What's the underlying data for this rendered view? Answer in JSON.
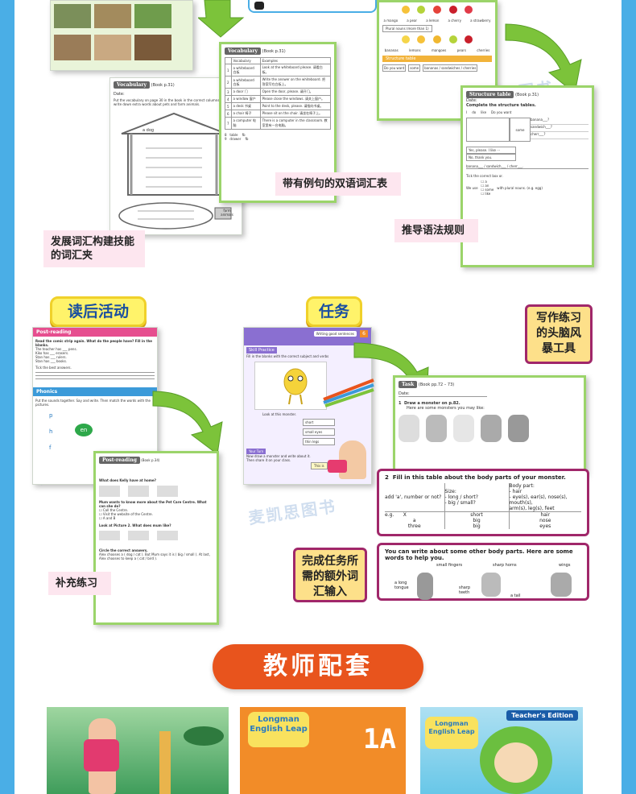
{
  "labels": {
    "vocab_builder": "发展词汇构建技能\n的词汇夹",
    "bilingual_table": "带有例句的双语词汇表",
    "grammar_rules": "推导语法规则",
    "post_reading": "读后活动",
    "task": "任务",
    "writing_brainstorm": "写作练习\n的头脑风\n暴工具",
    "supplement": "补充练习",
    "task_input": "完成任务所\n需的额外词\n汇输入",
    "teacher_section": "教师配套"
  },
  "watermark": "麦凯思图书",
  "vocab_sheet": {
    "band": "Vocabulary",
    "book_ref": "(Book p.31)",
    "date": "Date:",
    "instruction": "Put the vocabulary on page 30 in the book in the correct columns. You can write down extra words about pets and farm animals.",
    "caption": "a dog",
    "bottom": "farm animals"
  },
  "bilingual_sheet": {
    "band": "Vocabulary",
    "book_ref": "(Book p.31)",
    "headers": [
      "Vocabulary",
      "Examples"
    ],
    "rows": [
      [
        "1",
        "a whiteboard 白板",
        "Look at the whiteboard please. 请看白板。"
      ],
      [
        "2",
        "a whiteboard 白板",
        "Write the answer on the whiteboard. 把答案写在白板上。"
      ],
      [
        "3",
        "a door 门",
        "Open the door, please. 请开门。"
      ],
      [
        "4",
        "a window 窗户",
        "Please close the windows. 请关上窗户。"
      ],
      [
        "5",
        "a desk 书桌",
        "Point to the desk, please. 请指向书桌。"
      ],
      [
        "6",
        "a chair 椅子",
        "Please sit on the chair. 请坐在椅子上。"
      ],
      [
        "7",
        "a computer 电脑",
        "There is a computer in the classroom. 教室里有一台电脑。"
      ]
    ],
    "extra": [
      [
        "8",
        "table",
        "fb"
      ],
      [
        "9",
        "drawer",
        "fb"
      ]
    ]
  },
  "fruit_sheet": {
    "items_top": [
      "a mango",
      "a pear",
      "a lemon",
      "a cherry",
      "a strawberry"
    ],
    "plural_prompt": "Plural nouns (more than 1)",
    "items_bottom": [
      "bananas",
      "lemons",
      "mangoes",
      "pears",
      "cherries"
    ],
    "band": "Structure table",
    "q1": "Do you want",
    "q2": "some",
    "q3": "bananas / sandwiches / cherries"
  },
  "structure_sheet": {
    "band": "Structure table",
    "book_ref": "(Book p.31)",
    "date": "Date:",
    "instruction": "Complete the structure tables.",
    "headers": [
      "I",
      "do",
      "like",
      "Do you want"
    ],
    "cells": [
      "banana___?",
      "sandwich___?",
      "cherr___?"
    ],
    "some": "some",
    "yes": "Yes, please. I like ···",
    "no": "No, thank you.",
    "fill": "banana___ / sandwich___ / cherr___.",
    "tick": "Tick the correct box or.",
    "options": [
      "a",
      "an",
      "some",
      "like"
    ],
    "we_use": "We use",
    "plural": "with plural nouns. (e.g. egg)"
  },
  "post_reading_sheet": {
    "band": "Post-reading",
    "q": "Read the comic strip again. What do the people have? Fill in the blanks.",
    "lines": [
      "The teacher has ___ pens.",
      "Kiko has ___ erasers.",
      "Stan has ___ rulers.",
      "Stan has ___ books."
    ],
    "tick": "Tick the best answers.",
    "phonics": "Phonics",
    "phonics_q": "Put the sounds together. Say and write. Then match the words with the pictures.",
    "letters": [
      "p",
      "h",
      "f"
    ],
    "sound": "en"
  },
  "supplement_sheet": {
    "band": "Post-reading",
    "book_ref": "(Book p.34)",
    "q6": "What does Kelly have at home?",
    "q7": "Mum wants to know more about the Pet Care Centre. What can she do?",
    "opts7": [
      "Call the Centre.",
      "Visit the website of the Centre.",
      "A and B"
    ],
    "q8": "Look at Picture 2. What does mum like?",
    "circle": "Circle the correct answers.",
    "story": "Alex chooses a ( dog / cat ). But Mum says it is ( big / small ). At last, Alex chooses to keep a ( cat / bird )."
  },
  "skill_sheet": {
    "band": "Skill Practice",
    "top_tag": "Writing good sentences",
    "num": "6",
    "q": "Fill in the blanks with the correct subject and verbs",
    "look": "Look at this monster.",
    "words": [
      "short",
      "small eyes",
      "thin legs"
    ],
    "your_turn": "Your Turn",
    "draw": "Now draw a monster and write about it. Then share it on your class.",
    "this_is": "This is"
  },
  "task_sheet": {
    "band": "Task",
    "book_ref": "(Book pp.72 – 73)",
    "date": "Date:",
    "step1": "Draw a monster on p.82.",
    "hint": "Here are some monsters you may like:"
  },
  "table_box": {
    "title": "Fill in this table about the body parts of your monster.",
    "number": "2",
    "headers": [
      "add 'a', number or not?",
      "Size:\n- long / short?\n- big / small?",
      "Body part:\n- hair\n- eye(s), ear(s), nose(s), mouth(s),\n  arm(s), leg(s), feet"
    ],
    "rows": [
      [
        "e.g.",
        "X",
        "short",
        "hair"
      ],
      [
        "",
        "a",
        "big",
        "nose"
      ],
      [
        "",
        "three",
        "big",
        "eyes"
      ]
    ]
  },
  "words_box": {
    "title": "You can write about some other body parts. Here are some words to help you.",
    "words": [
      "small fingers",
      "sharp horns",
      "wings",
      "a long tongue",
      "sharp teeth",
      "a tail"
    ]
  },
  "covers": {
    "book_brand": "Longman English Leap",
    "book_level": "1A",
    "teachers_edition": "Teacher's Edition"
  },
  "colors": {
    "page_bg": "#4aaee6",
    "accent_orange": "#e8541d",
    "arrow_green": "#7cc33a",
    "callout_border": "#a0276a"
  }
}
